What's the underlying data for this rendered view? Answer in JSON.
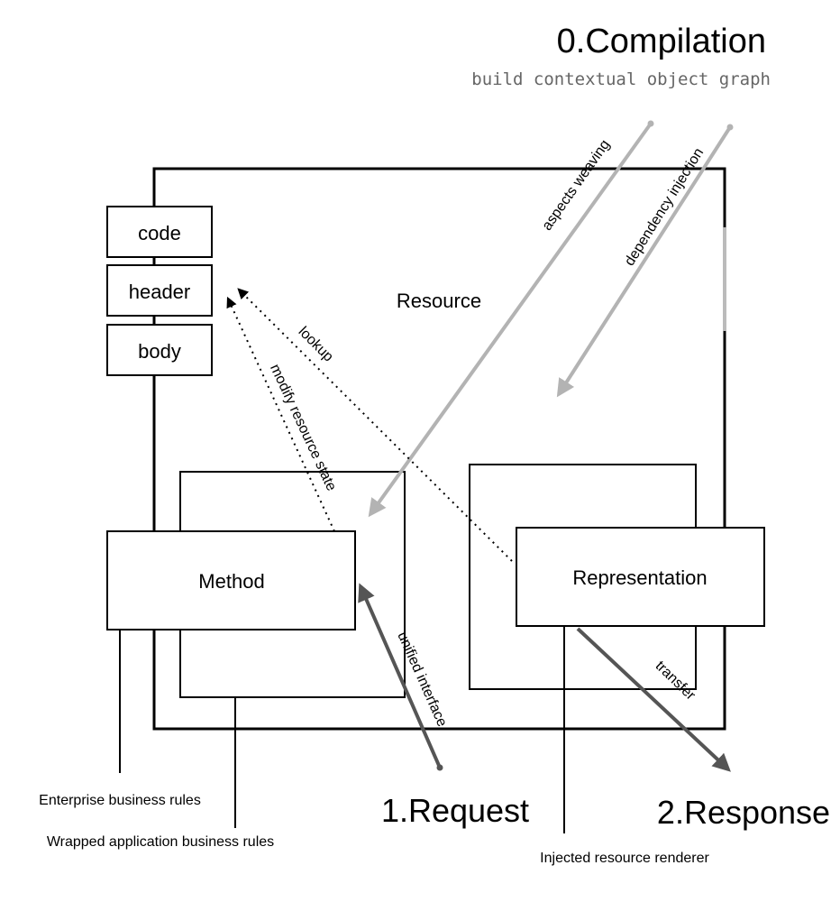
{
  "title": "0.Compilation",
  "subtitle": "build contextual object graph",
  "resource_label": "Resource",
  "response_parts": [
    "code",
    "header",
    "body"
  ],
  "method_label": "Method",
  "representation_label": "Representation",
  "arrows": {
    "aspects": "aspects weaving",
    "injection": "dependency injection",
    "modify": "modify resource state",
    "lookup": "lookup",
    "unified": "unified interface",
    "transfer": "transfer"
  },
  "stages": {
    "request": "1.Request",
    "response": "2.Response"
  },
  "notes": {
    "enterprise": "Enterprise business rules",
    "wrapped": "Wrapped application business rules",
    "injected": "Injected resource renderer"
  },
  "colors": {
    "line": "#000000",
    "gray_arrow": "#b3b3b3",
    "dark_arrow": "#555555",
    "subtitle": "#666666"
  }
}
